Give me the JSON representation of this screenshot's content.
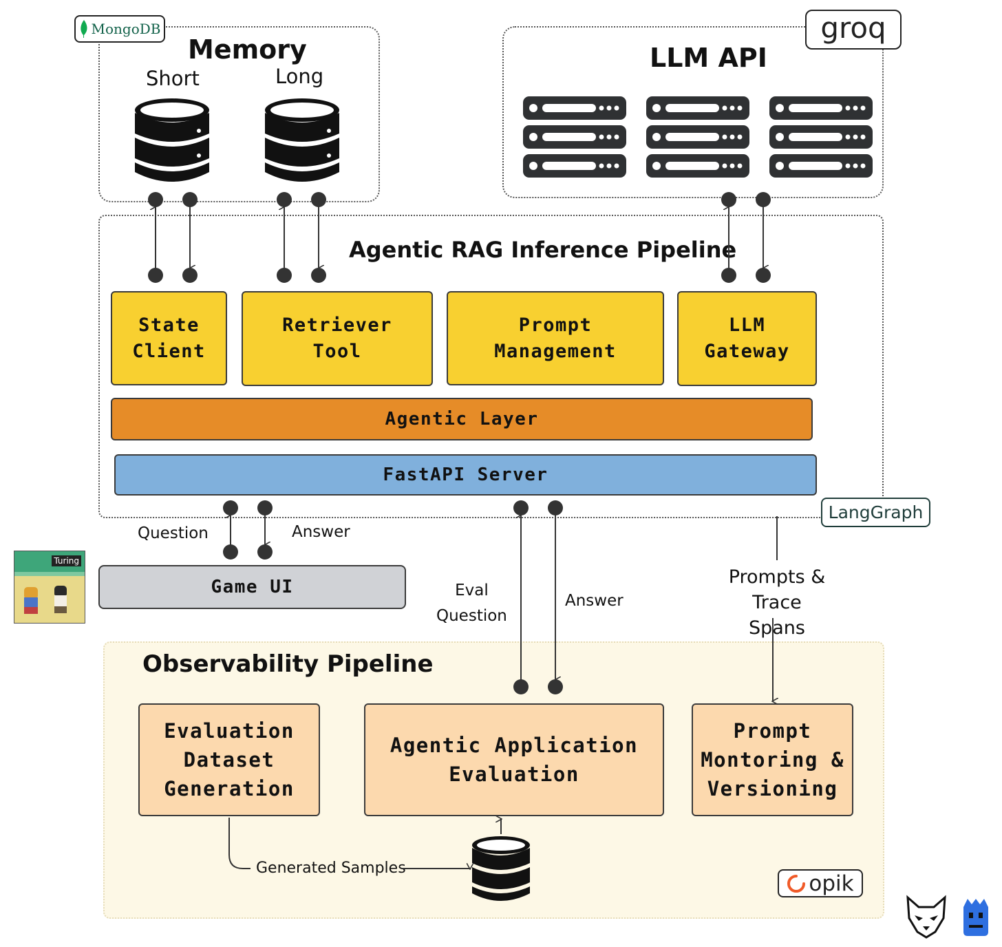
{
  "memory": {
    "title": "Memory",
    "short_label": "Short",
    "long_label": "Long",
    "logo": "MongoDB"
  },
  "llm_api": {
    "title": "LLM API",
    "logo": "groq"
  },
  "pipeline": {
    "title": "Agentic RAG Inference Pipeline",
    "state_client": "State\nClient",
    "retriever_tool": "Retriever\nTool",
    "prompt_management": "Prompt\nManagement",
    "llm_gateway": "LLM\nGateway",
    "agentic_layer": "Agentic Layer",
    "fastapi_server": "FastAPI Server",
    "logo": "LangGraph"
  },
  "game": {
    "ui_label": "Game UI",
    "question": "Question",
    "answer": "Answer",
    "thumb_label": "Turing"
  },
  "links": {
    "eval_question": "Eval\nQuestion",
    "answer": "Answer",
    "prompts_traces": "Prompts &\nTrace Spans"
  },
  "observability": {
    "title": "Observability Pipeline",
    "dataset_generation": "Evaluation\nDataset\nGeneration",
    "app_evaluation": "Agentic Application\nEvaluation",
    "prompt_monitoring": "Prompt\nMontoring &\nVersioning",
    "generated_samples": "Generated Samples",
    "logo": "opik"
  },
  "colors": {
    "yellow": "#f8d030",
    "orange": "#e68c28",
    "blue": "#80b0dc",
    "grey": "#d0d2d6",
    "peach": "#fcd9ae",
    "panel": "#fdf8e6"
  }
}
